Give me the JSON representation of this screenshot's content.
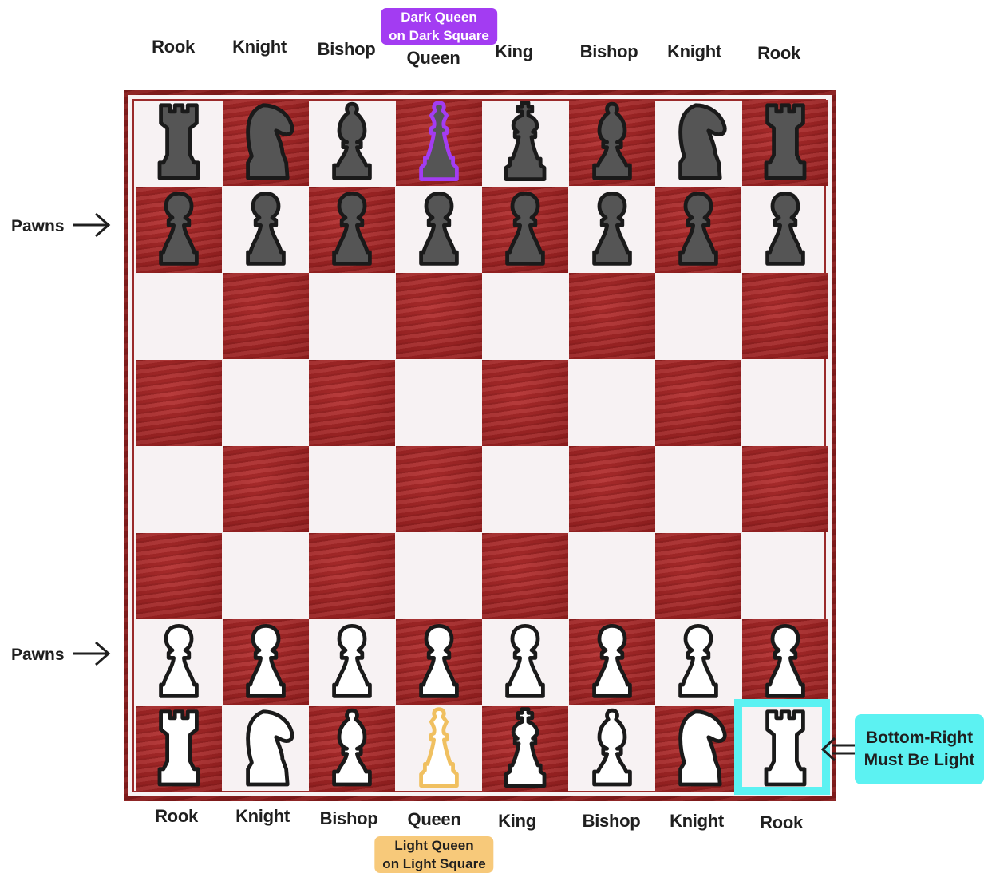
{
  "top_labels": [
    "Rook",
    "Knight",
    "Bishop",
    "Queen",
    "King",
    "Bishop",
    "Knight",
    "Rook"
  ],
  "bottom_labels": [
    "Rook",
    "Knight",
    "Bishop",
    "Queen",
    "King",
    "Bishop",
    "Knight",
    "Rook"
  ],
  "side_labels": {
    "top_pawns": "Pawns",
    "bottom_pawns": "Pawns"
  },
  "badges": {
    "dark_queen": [
      "Dark Queen",
      "on Dark Square"
    ],
    "light_queen": [
      "Light Queen",
      "on Light Square"
    ]
  },
  "note": [
    "Bottom-Right",
    "Must Be Light"
  ],
  "colors": {
    "dark_square": "#a72525",
    "light_square": "#f7f2f3",
    "dark_piece": "#555555",
    "light_piece": "#ffffff",
    "outline": "#1a1a1a",
    "dark_queen_outline": "#a33cf2",
    "light_queen_outline": "#f0c060",
    "highlight": "#5cf2f2"
  },
  "board": {
    "rank8": [
      "rook",
      "knight",
      "bishop",
      "queen",
      "king",
      "bishop",
      "knight",
      "rook"
    ],
    "rank7": [
      "pawn",
      "pawn",
      "pawn",
      "pawn",
      "pawn",
      "pawn",
      "pawn",
      "pawn"
    ],
    "rank2": [
      "pawn",
      "pawn",
      "pawn",
      "pawn",
      "pawn",
      "pawn",
      "pawn",
      "pawn"
    ],
    "rank1": [
      "rook",
      "knight",
      "bishop",
      "queen",
      "king",
      "bishop",
      "knight",
      "rook"
    ]
  }
}
